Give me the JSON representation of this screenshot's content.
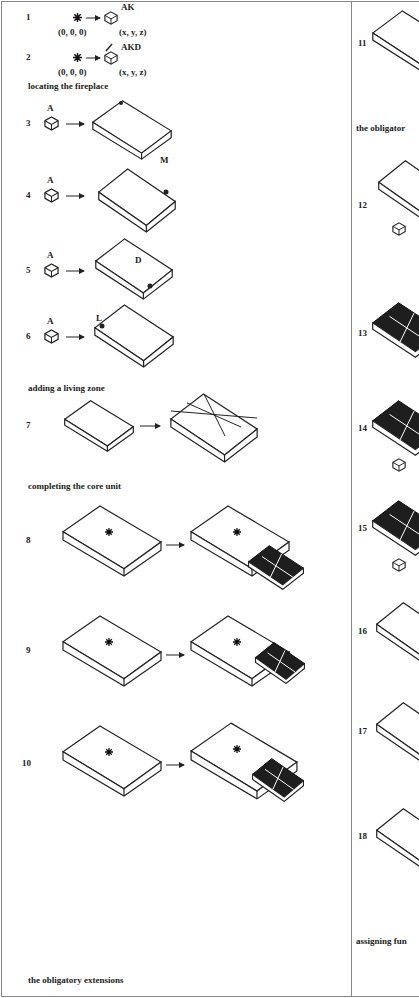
{
  "diagram": {
    "labels": [
      "1",
      "(0, 0, 0)",
      "AK",
      "(x, y, z)",
      "2",
      "(0, 0, 0)",
      "AKD",
      "(x, y, z)",
      "locating the fireplace",
      "3",
      "A",
      "4",
      "A",
      "M",
      "5",
      "A",
      "D",
      "6",
      "A",
      "L",
      "adding a living zone",
      "7",
      "completing the core unit",
      "8",
      "9",
      "10",
      "the obligatory extensions",
      "11",
      "the obligator",
      "12",
      "13",
      "14",
      "15",
      "16",
      "17",
      "18",
      "assigning fun"
    ]
  }
}
